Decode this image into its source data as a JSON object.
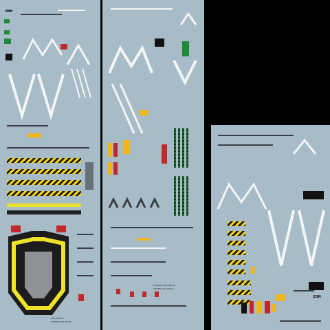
{
  "sheets": {
    "left": {
      "print_line_1": "EVA-ANSHIN",
      "print_line_2": "WATERSLIDE DECAL"
    },
    "middle": {
      "print_line_1": "EVANGELION UNIT-02",
      "print_line_2": "WATERSLIDE DECAL"
    },
    "right": {
      "print_code": "2DN"
    }
  },
  "colors": {
    "background": "#000000",
    "sheet": "#a8bcc8",
    "hazard_yellow": "#f2d21c",
    "hazard_black": "#1b1b1b",
    "white_decal": "#f4f6f6",
    "red_decal": "#c0282c",
    "green_decal": "#1f6b2e"
  }
}
